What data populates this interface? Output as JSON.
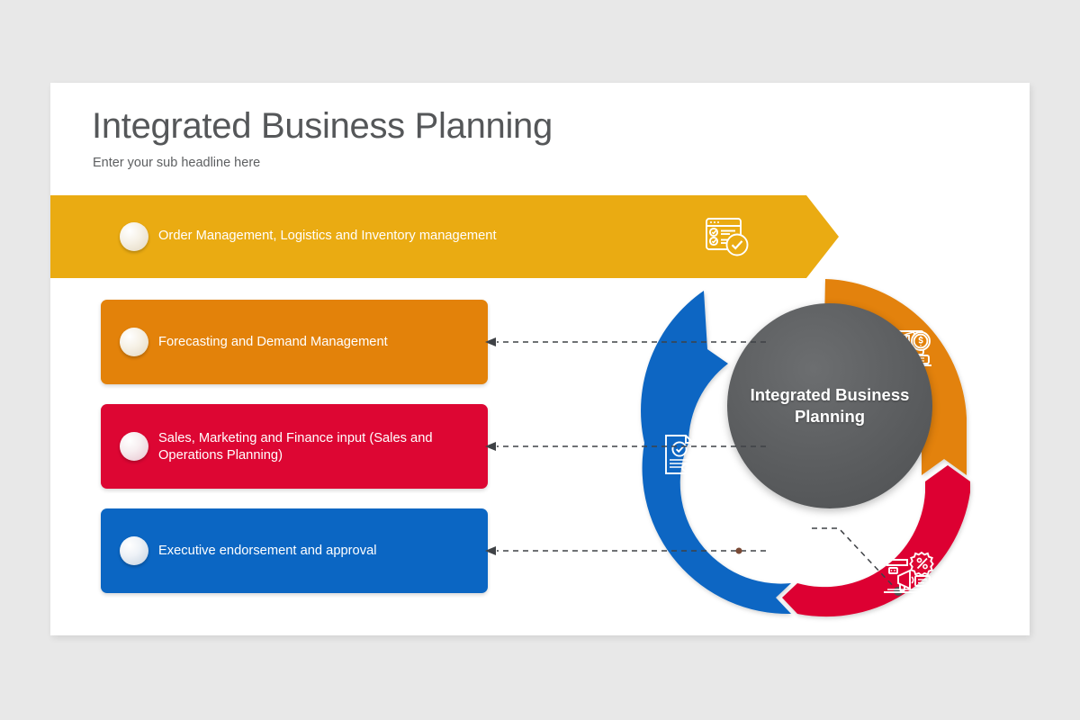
{
  "slide": {
    "title": "Integrated Business Planning",
    "subtitle": "Enter your sub headline here"
  },
  "hub": {
    "label": "Integrated Business Planning",
    "color": "#5b5d5f"
  },
  "banners": [
    {
      "id": "banner-1",
      "label": "Order Management, Logistics and Inventory management",
      "color": "#eaab12",
      "bullet_style": "cream",
      "icon": "order-checklist-icon",
      "shape": "full-bleed-chevron"
    },
    {
      "id": "banner-2",
      "label": "Forecasting and Demand Management",
      "color": "#e3820a",
      "bullet_style": "cream",
      "shape": "rounded-rect"
    },
    {
      "id": "banner-3",
      "label": "Sales, Marketing and Finance input (Sales and Operations Planning)",
      "color": "#dd0633",
      "bullet_style": "pink",
      "shape": "rounded-rect"
    },
    {
      "id": "banner-4",
      "label": "Executive endorsement and approval",
      "color": "#0b66c3",
      "bullet_style": "blue",
      "shape": "rounded-rect"
    }
  ],
  "ring_segments": [
    {
      "id": "segment-orange",
      "color": "#e3820a",
      "icon": "laptop-chart-dollar-icon",
      "linked_banner": "banner-2"
    },
    {
      "id": "segment-red",
      "color": "#dd0633",
      "icon": "megaphone-discount-icon",
      "linked_banner": "banner-3"
    },
    {
      "id": "segment-blue",
      "color": "#0b66c3",
      "icon": "document-approval-stamp-icon",
      "linked_banner": "banner-4"
    }
  ],
  "connectors": [
    {
      "id": "connector-banner-2",
      "style": "dashed-arrow-left"
    },
    {
      "id": "connector-banner-3",
      "style": "dashed-arrow-left"
    },
    {
      "id": "connector-banner-4",
      "style": "dashed-arrow-left"
    },
    {
      "id": "leader-orange",
      "style": "dashed-dot-leader"
    },
    {
      "id": "leader-red",
      "style": "dashed-dot-leader"
    }
  ],
  "colors": {
    "background": "#e8e8e8",
    "card": "#ffffff",
    "yellow": "#eaab12",
    "orange": "#e3820a",
    "red": "#dd0633",
    "blue": "#0b66c3",
    "gray": "#5b5d5f",
    "title_text": "#555759",
    "connector": "#3f4246"
  }
}
